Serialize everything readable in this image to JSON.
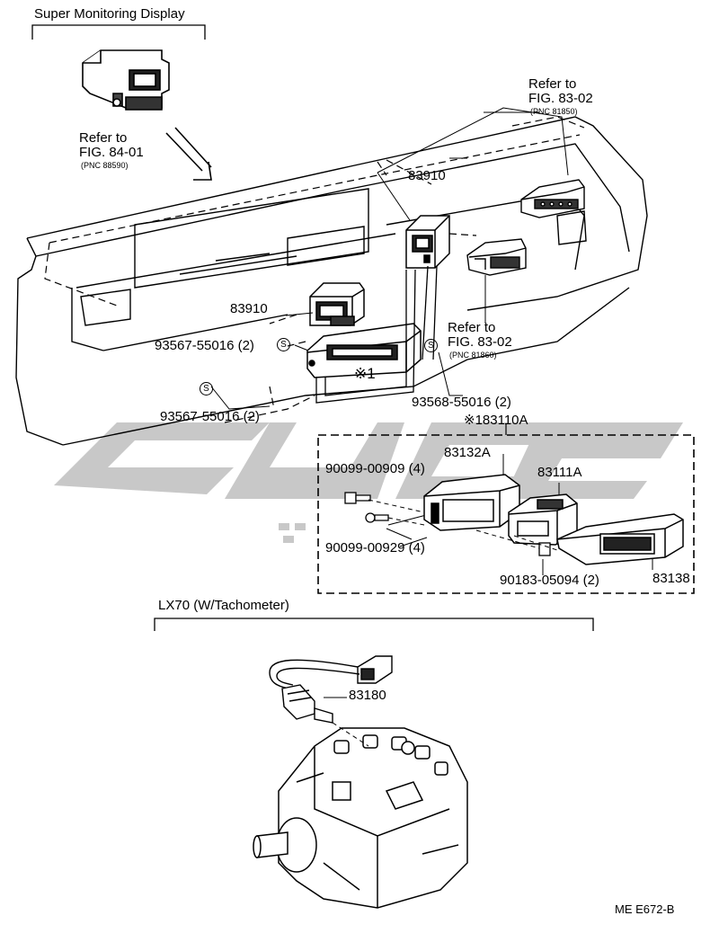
{
  "section_titles": {
    "super_monitoring": "Super Monitoring Display",
    "lx70": "LX70 (W/Tachometer)"
  },
  "references": {
    "fig_84_01": {
      "refer": "Refer to",
      "fig": "FIG. 84-01",
      "pnc": "(PNC 88590)"
    },
    "fig_83_02_top": {
      "refer": "Refer to",
      "fig": "FIG. 83-02",
      "pnc": "(PNC 81850)"
    },
    "fig_83_02_mid": {
      "refer": "Refer to",
      "fig": "FIG. 83-02",
      "pnc": "(PNC 81860)"
    }
  },
  "part_numbers": {
    "p83910_top": "83910",
    "p83910_left": "83910",
    "p93567_a": "93567-55016 (2)",
    "p93567_b": "93567-55016 (2)",
    "p93568": "93568-55016 (2)",
    "note_1": "※1",
    "p183110a": "※183110A",
    "p83132a": "83132A",
    "p83111a": "83111A",
    "p90099_00909": "90099-00909 (4)",
    "p90099_00929": "90099-00929 (4)",
    "p90183": "90183-05094 (2)",
    "p83138": "83138",
    "p83180": "83180"
  },
  "screw_symbol": "S",
  "drawing_code": "ME E672-B",
  "watermark_color": "#c8c8c8"
}
